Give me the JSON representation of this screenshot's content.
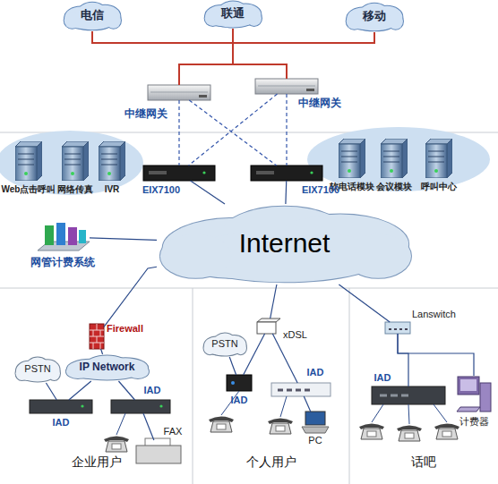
{
  "diagram": {
    "nodes": [
      {
        "text": [
          "电信"
        ]
      },
      {
        "text": [
          "联通"
        ]
      },
      {
        "text": [
          "移动"
        ]
      },
      {
        "text": [
          "中继网关"
        ]
      },
      {
        "text": [
          "中继网关"
        ]
      },
      {
        "text": [
          "Web点击呼叫"
        ]
      },
      {
        "text": [
          "网络传真"
        ]
      },
      {
        "text": [
          "IVR"
        ]
      },
      {
        "text": [
          "软电话模块"
        ]
      },
      {
        "text": [
          "会议模块"
        ]
      },
      {
        "text": [
          "呼叫中心"
        ]
      },
      {
        "text": [
          "EIX7100"
        ]
      },
      {
        "text": [
          "EIX7100"
        ]
      },
      {
        "text": [
          "Internet"
        ]
      },
      {
        "text": [
          "网管计费系统"
        ]
      },
      {
        "text": [
          "企业用户"
        ]
      },
      {
        "text": [
          "Firewall"
        ],
        "in": 15
      },
      {
        "text": [
          "IP Network"
        ],
        "in": 15
      },
      {
        "text": [
          "PSTN"
        ],
        "in": 15
      },
      {
        "text": [
          "IAD"
        ],
        "in": 15
      },
      {
        "text": [
          "IAD"
        ],
        "in": 15
      },
      {
        "text": [
          "FAX"
        ],
        "in": 15
      },
      {
        "text": [
          "个人用户"
        ]
      },
      {
        "text": [
          "xDSL"
        ],
        "in": 22
      },
      {
        "text": [
          "PSTN"
        ],
        "in": 22
      },
      {
        "text": [
          "IAD"
        ],
        "in": 22
      },
      {
        "text": [
          "IAD"
        ],
        "in": 22
      },
      {
        "text": [
          "PC"
        ],
        "in": 22
      },
      {
        "text": [
          "话吧"
        ]
      },
      {
        "text": [
          "Lanswitch"
        ],
        "in": 28
      },
      {
        "text": [
          "IAD"
        ],
        "in": 28
      },
      {
        "text": [
          "计费器"
        ],
        "in": 28
      }
    ],
    "edges": [
      {
        "from": 0,
        "to": 1,
        "arrow": "none"
      },
      {
        "from": 1,
        "to": 2,
        "arrow": "none"
      },
      {
        "from": 1,
        "to": 3,
        "arrow": "none"
      },
      {
        "from": 1,
        "to": 4,
        "arrow": "none"
      },
      {
        "from": 3,
        "to": 11,
        "arrow": "none"
      },
      {
        "from": 3,
        "to": 12,
        "arrow": "none"
      },
      {
        "from": 4,
        "to": 11,
        "arrow": "none"
      },
      {
        "from": 4,
        "to": 12,
        "arrow": "none"
      },
      {
        "from": 11,
        "to": 13,
        "arrow": "none"
      },
      {
        "from": 12,
        "to": 13,
        "arrow": "none"
      },
      {
        "from": 14,
        "to": 13,
        "arrow": "none"
      },
      {
        "from": 13,
        "to": 16,
        "arrow": "none"
      },
      {
        "from": 16,
        "to": 17,
        "arrow": "none"
      },
      {
        "from": 17,
        "to": 19,
        "arrow": "none"
      },
      {
        "from": 17,
        "to": 20,
        "arrow": "none"
      },
      {
        "from": 18,
        "to": 19,
        "arrow": "none"
      },
      {
        "from": 20,
        "to": 21,
        "arrow": "none"
      },
      {
        "from": 13,
        "to": 23,
        "arrow": "none"
      },
      {
        "from": 23,
        "to": 25,
        "arrow": "none"
      },
      {
        "from": 23,
        "to": 26,
        "arrow": "none"
      },
      {
        "from": 24,
        "to": 25,
        "arrow": "none"
      },
      {
        "from": 26,
        "to": 27,
        "arrow": "none"
      },
      {
        "from": 13,
        "to": 29,
        "arrow": "none"
      },
      {
        "from": 29,
        "to": 30,
        "arrow": "none"
      },
      {
        "from": 29,
        "to": 31,
        "arrow": "none"
      }
    ]
  }
}
